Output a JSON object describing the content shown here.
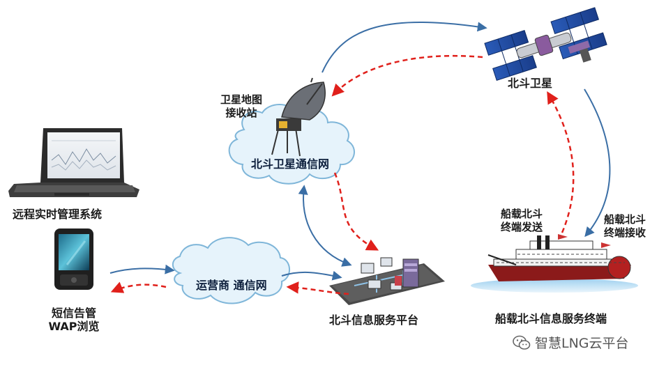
{
  "labels": {
    "remote_system": "远程实时管理系统",
    "sms_line1": "短信告管",
    "sms_line2": "WAP浏览",
    "carrier_network": "运营商  通信网",
    "beidou_network": "北斗卫星通信网",
    "station_line1": "卫星地图",
    "station_line2": "接收站",
    "beidou_satellite": "北斗卫星",
    "platform": "北斗信息服务平台",
    "ship_send_line1": "船载北斗",
    "ship_send_line2": "终端发送",
    "ship_recv_line1": "船载北斗",
    "ship_recv_line2": "终端接收",
    "ship_terminal": "船载北斗信息服务终端"
  },
  "watermark": {
    "text": "智慧LNG云平台",
    "icon": "wechat-icon"
  },
  "colors": {
    "blue_arrow": "#3a6ea5",
    "red_arrow": "#e0201b",
    "cloud_fill": "#e6f3fb",
    "cloud_stroke": "#7fb6d9"
  }
}
